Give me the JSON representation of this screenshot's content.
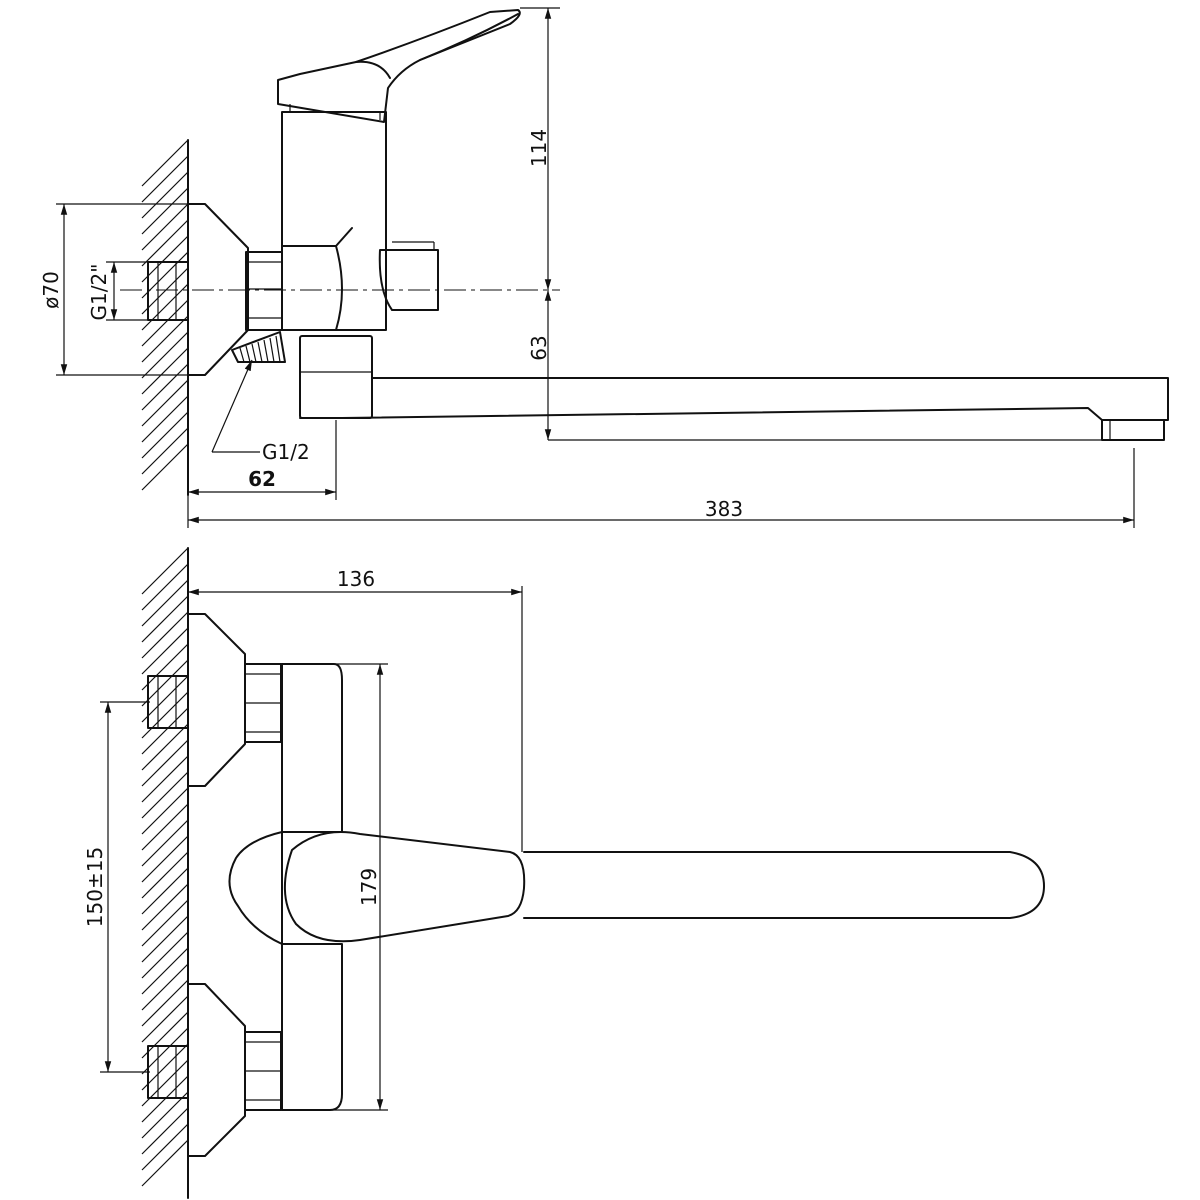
{
  "side_view": {
    "dim_height_upper": "114",
    "dim_height_lower": "63",
    "dim_diameter": "ø70",
    "dim_thread_inlet": "G1/2\"",
    "dim_thread_outlet": "G1/2",
    "dim_depth_body": "62",
    "dim_reach": "383"
  },
  "top_view": {
    "dim_width": "136",
    "dim_body_height": "179",
    "dim_centers": "150±15"
  }
}
